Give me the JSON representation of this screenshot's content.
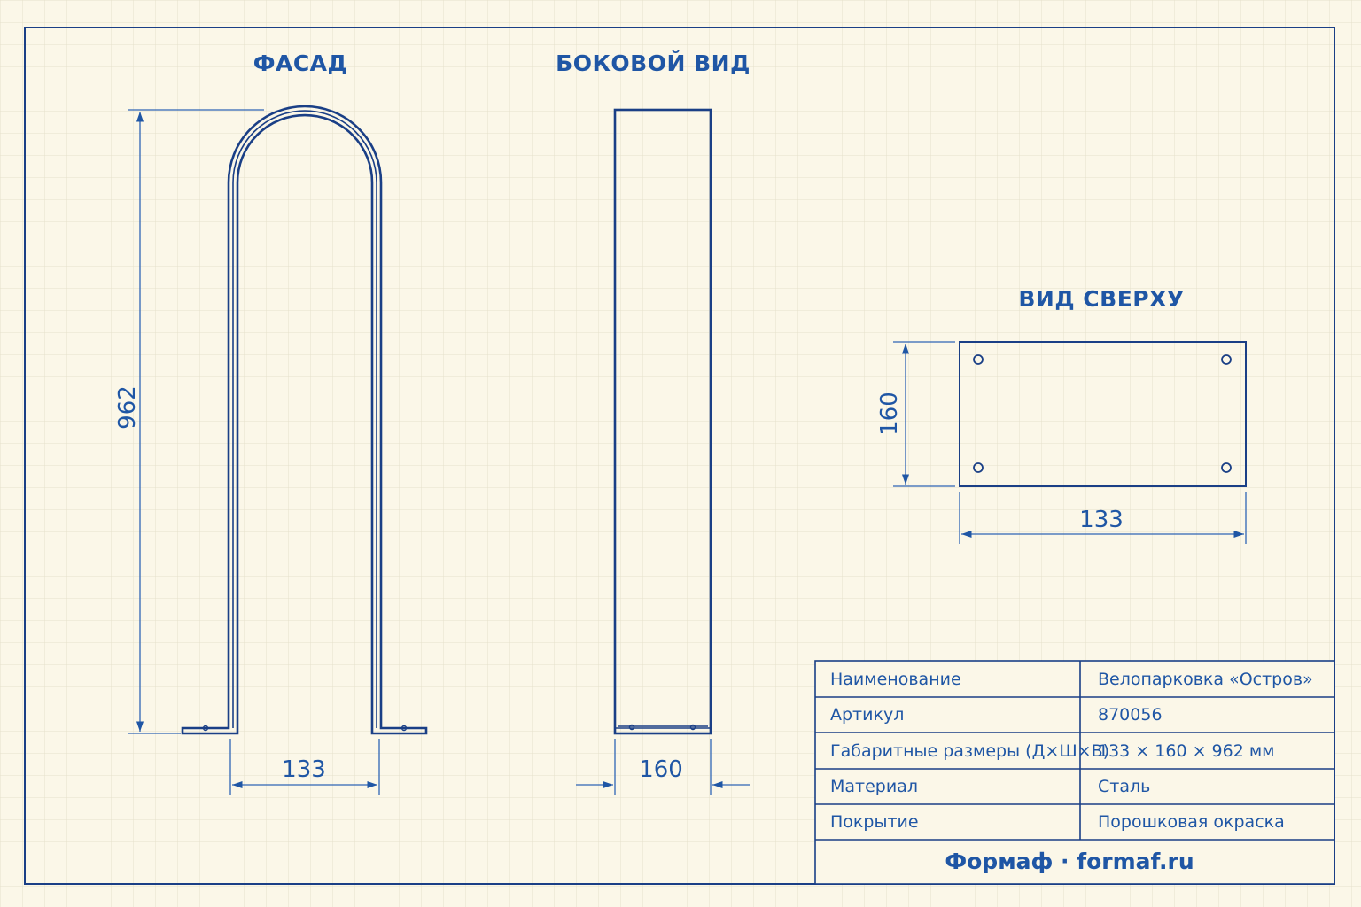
{
  "views": {
    "facade": {
      "title": "ФАСАД",
      "dim_height": "962",
      "dim_width": "133"
    },
    "side": {
      "title": "БОКОВОЙ ВИД",
      "dim_width": "160"
    },
    "top": {
      "title": "ВИД СВЕРХУ",
      "dim_height": "160",
      "dim_width": "133"
    }
  },
  "spec_table": {
    "rows": [
      {
        "label": "Наименование",
        "value": "Велопарковка «Остров»"
      },
      {
        "label": "Артикул",
        "value": "870056"
      },
      {
        "label": "Габаритные размеры (Д×Ш×В)",
        "value": "133 × 160 × 962 мм"
      },
      {
        "label": "Материал",
        "value": "Сталь"
      },
      {
        "label": "Покрытие",
        "value": "Порошковая окраска"
      }
    ],
    "footer": "Формаф · formaf.ru"
  },
  "colors": {
    "background": "#fbf7e8",
    "grid": "#e6e0cb",
    "line": "#1a3f86",
    "text": "#1f56a5"
  }
}
